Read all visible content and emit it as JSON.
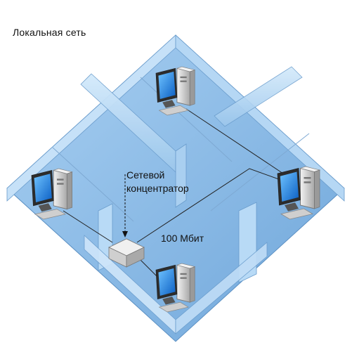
{
  "title": "Локальная  сеть",
  "hub_label_lines": [
    "Сетевой",
    "концентратор"
  ],
  "speed_label": "100 Мбит",
  "colors": {
    "floor": "#7fb3e0",
    "wall_light": "#bcdcf6",
    "wall_mid": "#9cc7ec",
    "edge": "#5a8fc2",
    "monitor_screen": "#1e78d8",
    "case": "#d9d9d9",
    "cable": "#222222"
  },
  "icons": {
    "computer": "desktop-computer-icon",
    "hub": "network-hub-icon",
    "arrow": "down-arrow-icon"
  }
}
